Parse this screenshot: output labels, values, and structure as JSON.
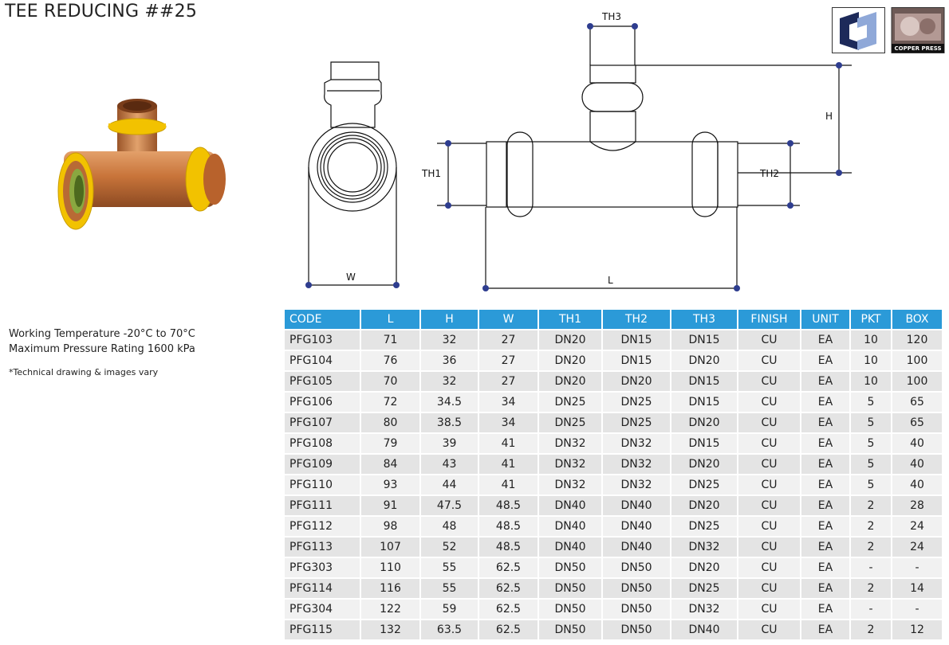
{
  "page": {
    "title": "TEE REDUCING ##25"
  },
  "notes": {
    "line1": "Working Temperature  -20°C to 70°C",
    "line2": "Maximum Pressure Rating  1600 kPa",
    "line3": "*Technical drawing & images vary"
  },
  "drawing": {
    "labels": {
      "th3": "TH3",
      "h": "H",
      "th1": "TH1",
      "th2": "TH2",
      "w": "W",
      "l": "L"
    }
  },
  "logos": {
    "copper_press": "COPPER PRESS"
  },
  "colors": {
    "header": "#2b9ad8",
    "dim_dot": "#2e3d8f",
    "ring": "#f2c200",
    "copper": "#c8743a"
  },
  "table": {
    "headers": [
      "CODE",
      "L",
      "H",
      "W",
      "TH1",
      "TH2",
      "TH3",
      "FINISH",
      "UNIT",
      "PKT",
      "BOX"
    ],
    "rows": [
      [
        "PFG103",
        "71",
        "32",
        "27",
        "DN20",
        "DN15",
        "DN15",
        "CU",
        "EA",
        "10",
        "120"
      ],
      [
        "PFG104",
        "76",
        "36",
        "27",
        "DN20",
        "DN15",
        "DN20",
        "CU",
        "EA",
        "10",
        "100"
      ],
      [
        "PFG105",
        "70",
        "32",
        "27",
        "DN20",
        "DN20",
        "DN15",
        "CU",
        "EA",
        "10",
        "100"
      ],
      [
        "PFG106",
        "72",
        "34.5",
        "34",
        "DN25",
        "DN25",
        "DN15",
        "CU",
        "EA",
        "5",
        "65"
      ],
      [
        "PFG107",
        "80",
        "38.5",
        "34",
        "DN25",
        "DN25",
        "DN20",
        "CU",
        "EA",
        "5",
        "65"
      ],
      [
        "PFG108",
        "79",
        "39",
        "41",
        "DN32",
        "DN32",
        "DN15",
        "CU",
        "EA",
        "5",
        "40"
      ],
      [
        "PFG109",
        "84",
        "43",
        "41",
        "DN32",
        "DN32",
        "DN20",
        "CU",
        "EA",
        "5",
        "40"
      ],
      [
        "PFG110",
        "93",
        "44",
        "41",
        "DN32",
        "DN32",
        "DN25",
        "CU",
        "EA",
        "5",
        "40"
      ],
      [
        "PFG111",
        "91",
        "47.5",
        "48.5",
        "DN40",
        "DN40",
        "DN20",
        "CU",
        "EA",
        "2",
        "28"
      ],
      [
        "PFG112",
        "98",
        "48",
        "48.5",
        "DN40",
        "DN40",
        "DN25",
        "CU",
        "EA",
        "2",
        "24"
      ],
      [
        "PFG113",
        "107",
        "52",
        "48.5",
        "DN40",
        "DN40",
        "DN32",
        "CU",
        "EA",
        "2",
        "24"
      ],
      [
        "PFG303",
        "110",
        "55",
        "62.5",
        "DN50",
        "DN50",
        "DN20",
        "CU",
        "EA",
        "-",
        "-"
      ],
      [
        "PFG114",
        "116",
        "55",
        "62.5",
        "DN50",
        "DN50",
        "DN25",
        "CU",
        "EA",
        "2",
        "14"
      ],
      [
        "PFG304",
        "122",
        "59",
        "62.5",
        "DN50",
        "DN50",
        "DN32",
        "CU",
        "EA",
        "-",
        "-"
      ],
      [
        "PFG115",
        "132",
        "63.5",
        "62.5",
        "DN50",
        "DN50",
        "DN40",
        "CU",
        "EA",
        "2",
        "12"
      ]
    ]
  }
}
